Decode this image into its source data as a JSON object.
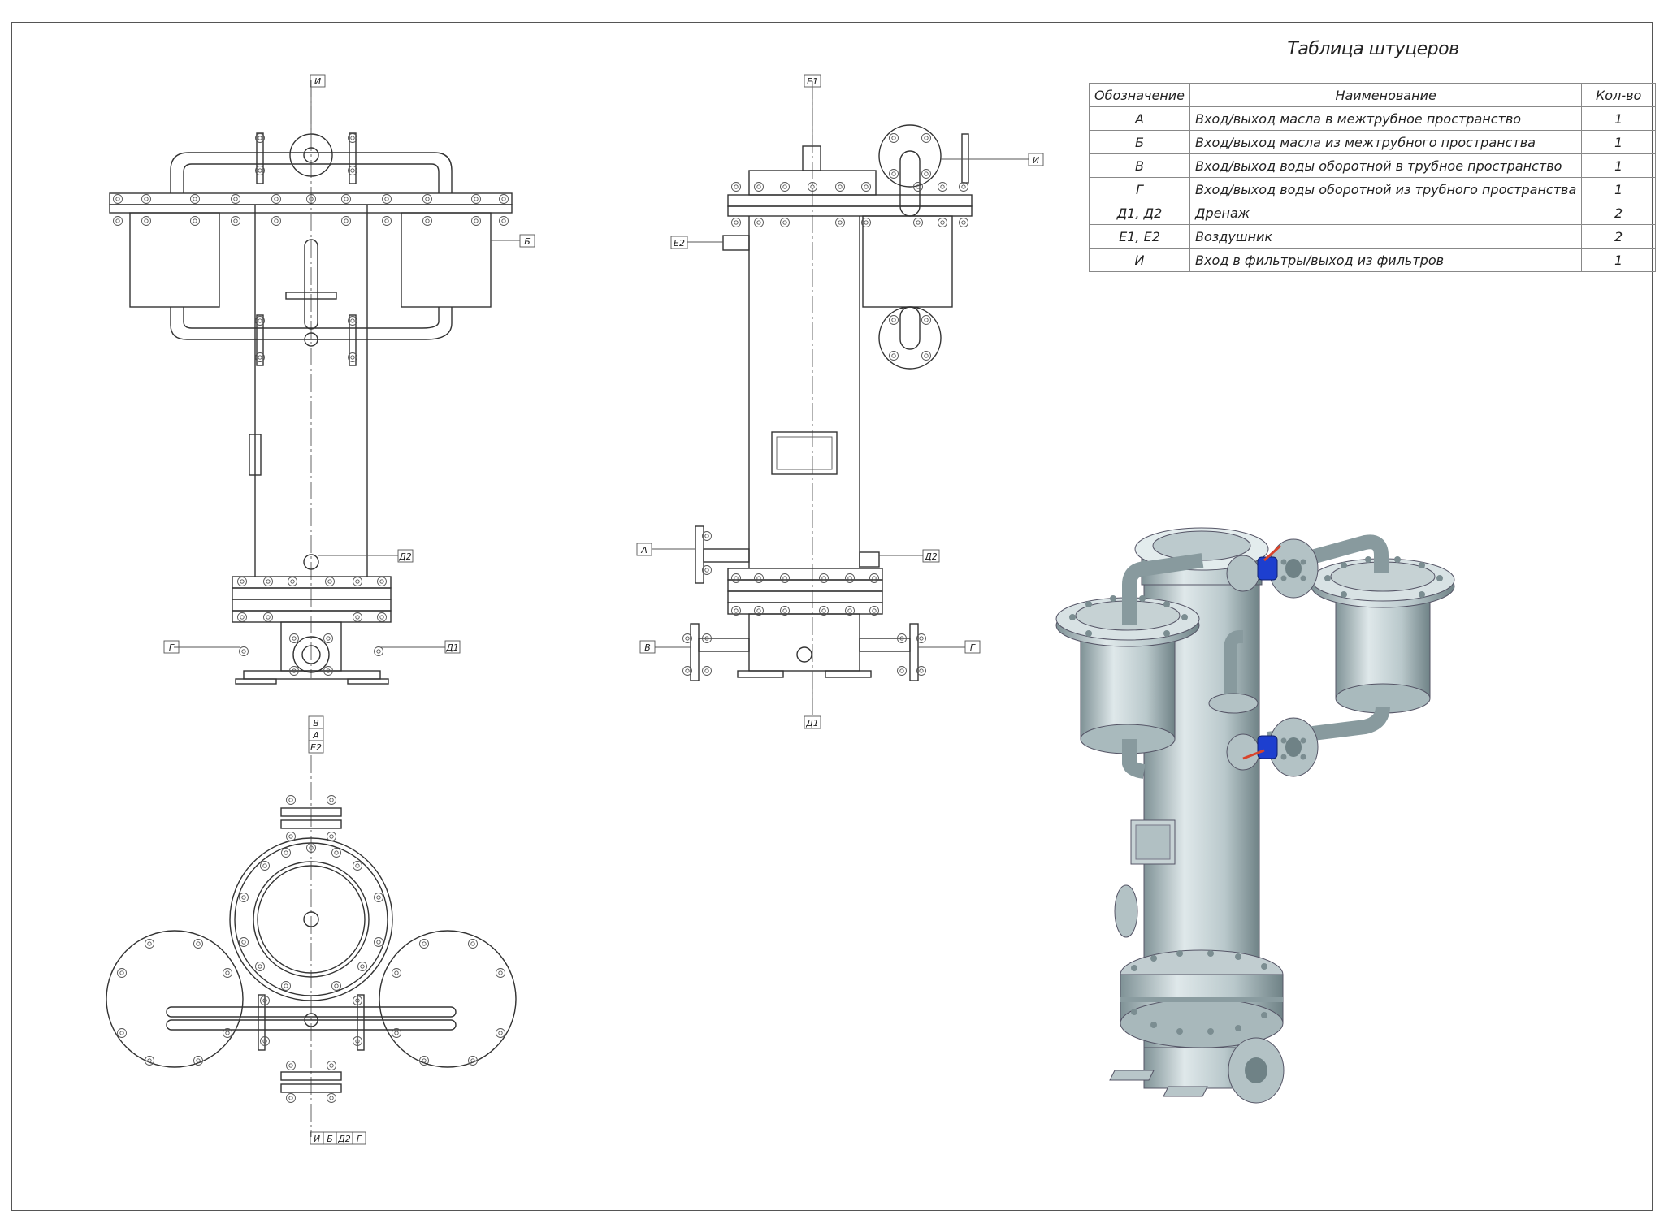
{
  "table": {
    "title": "Таблица штуцеров",
    "headers": [
      "Обозначение",
      "Наименование",
      "Кол-во"
    ],
    "rows": [
      {
        "code": "А",
        "name": "Вход/выход масла в межтрубное пространство",
        "qty": "1"
      },
      {
        "code": "Б",
        "name": "Вход/выход масла из межтрубного пространства",
        "qty": "1"
      },
      {
        "code": "В",
        "name": "Вход/выход воды оборотной в трубное пространство",
        "qty": "1"
      },
      {
        "code": "Г",
        "name": "Вход/выход воды оборотной из трубного пространства",
        "qty": "1"
      },
      {
        "code": "Д1, Д2",
        "name": "Дренаж",
        "qty": "2"
      },
      {
        "code": "Е1, Е2",
        "name": "Воздушник",
        "qty": "2"
      },
      {
        "code": "И",
        "name": "Вход в фильтры/выход из фильтров",
        "qty": "1"
      }
    ]
  },
  "tags": {
    "front": {
      "top": "И",
      "right": "Б",
      "drain": "Д2",
      "left": "Г",
      "right_low": "Д1"
    },
    "side": {
      "top": "Е1",
      "right_top": "И",
      "vent": "Е2",
      "oil": "А",
      "drain": "Д2",
      "left_low": "В",
      "right_low": "Г",
      "bottom": "Д1"
    },
    "plan": {
      "top1": "В",
      "top2": "А",
      "top3": "Е2",
      "b1": "И",
      "b2": "Б",
      "b3": "Д2",
      "b4": "Г"
    }
  },
  "colors": {
    "line": "#333333",
    "body3d": "#c9d6d8",
    "shade3d": "#8fa2a6",
    "valve": "#1d3fcf",
    "heater": "#d8442c"
  }
}
